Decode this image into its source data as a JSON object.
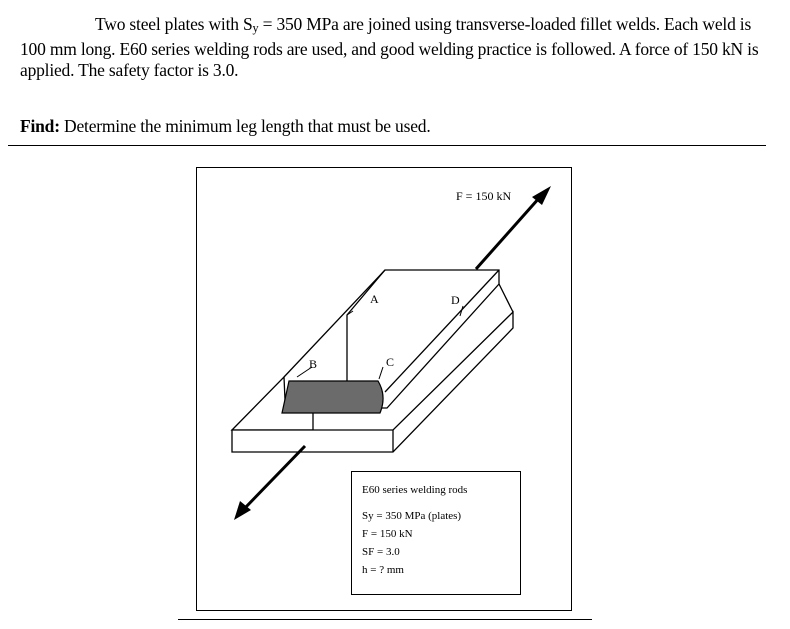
{
  "problem": {
    "text_before_sub": "Two steel plates with S",
    "sub": "y",
    "text_after_sub": " = 350 MPa are joined using transverse-loaded fillet welds.  Each weld is 100 mm long.  E60 series welding rods are used, and good welding practice is followed.  A  force of 150 kN is applied.  The safety factor is 3.0."
  },
  "find": {
    "label": "Find:",
    "text": " Determine the minimum leg length that must be used."
  },
  "figure": {
    "force_label": "F = 150 kN",
    "points": {
      "a": "A",
      "b": "B",
      "c": "C",
      "d": "D"
    },
    "info": {
      "heading": "E60 series welding rods",
      "lines": [
        "Sy = 350 MPa (plates)",
        "F = 150 kN",
        "SF = 3.0",
        "h = ?  mm"
      ]
    },
    "colors": {
      "weld": "#6b6b6b",
      "plate": "#ffffff",
      "line": "#000000"
    }
  }
}
